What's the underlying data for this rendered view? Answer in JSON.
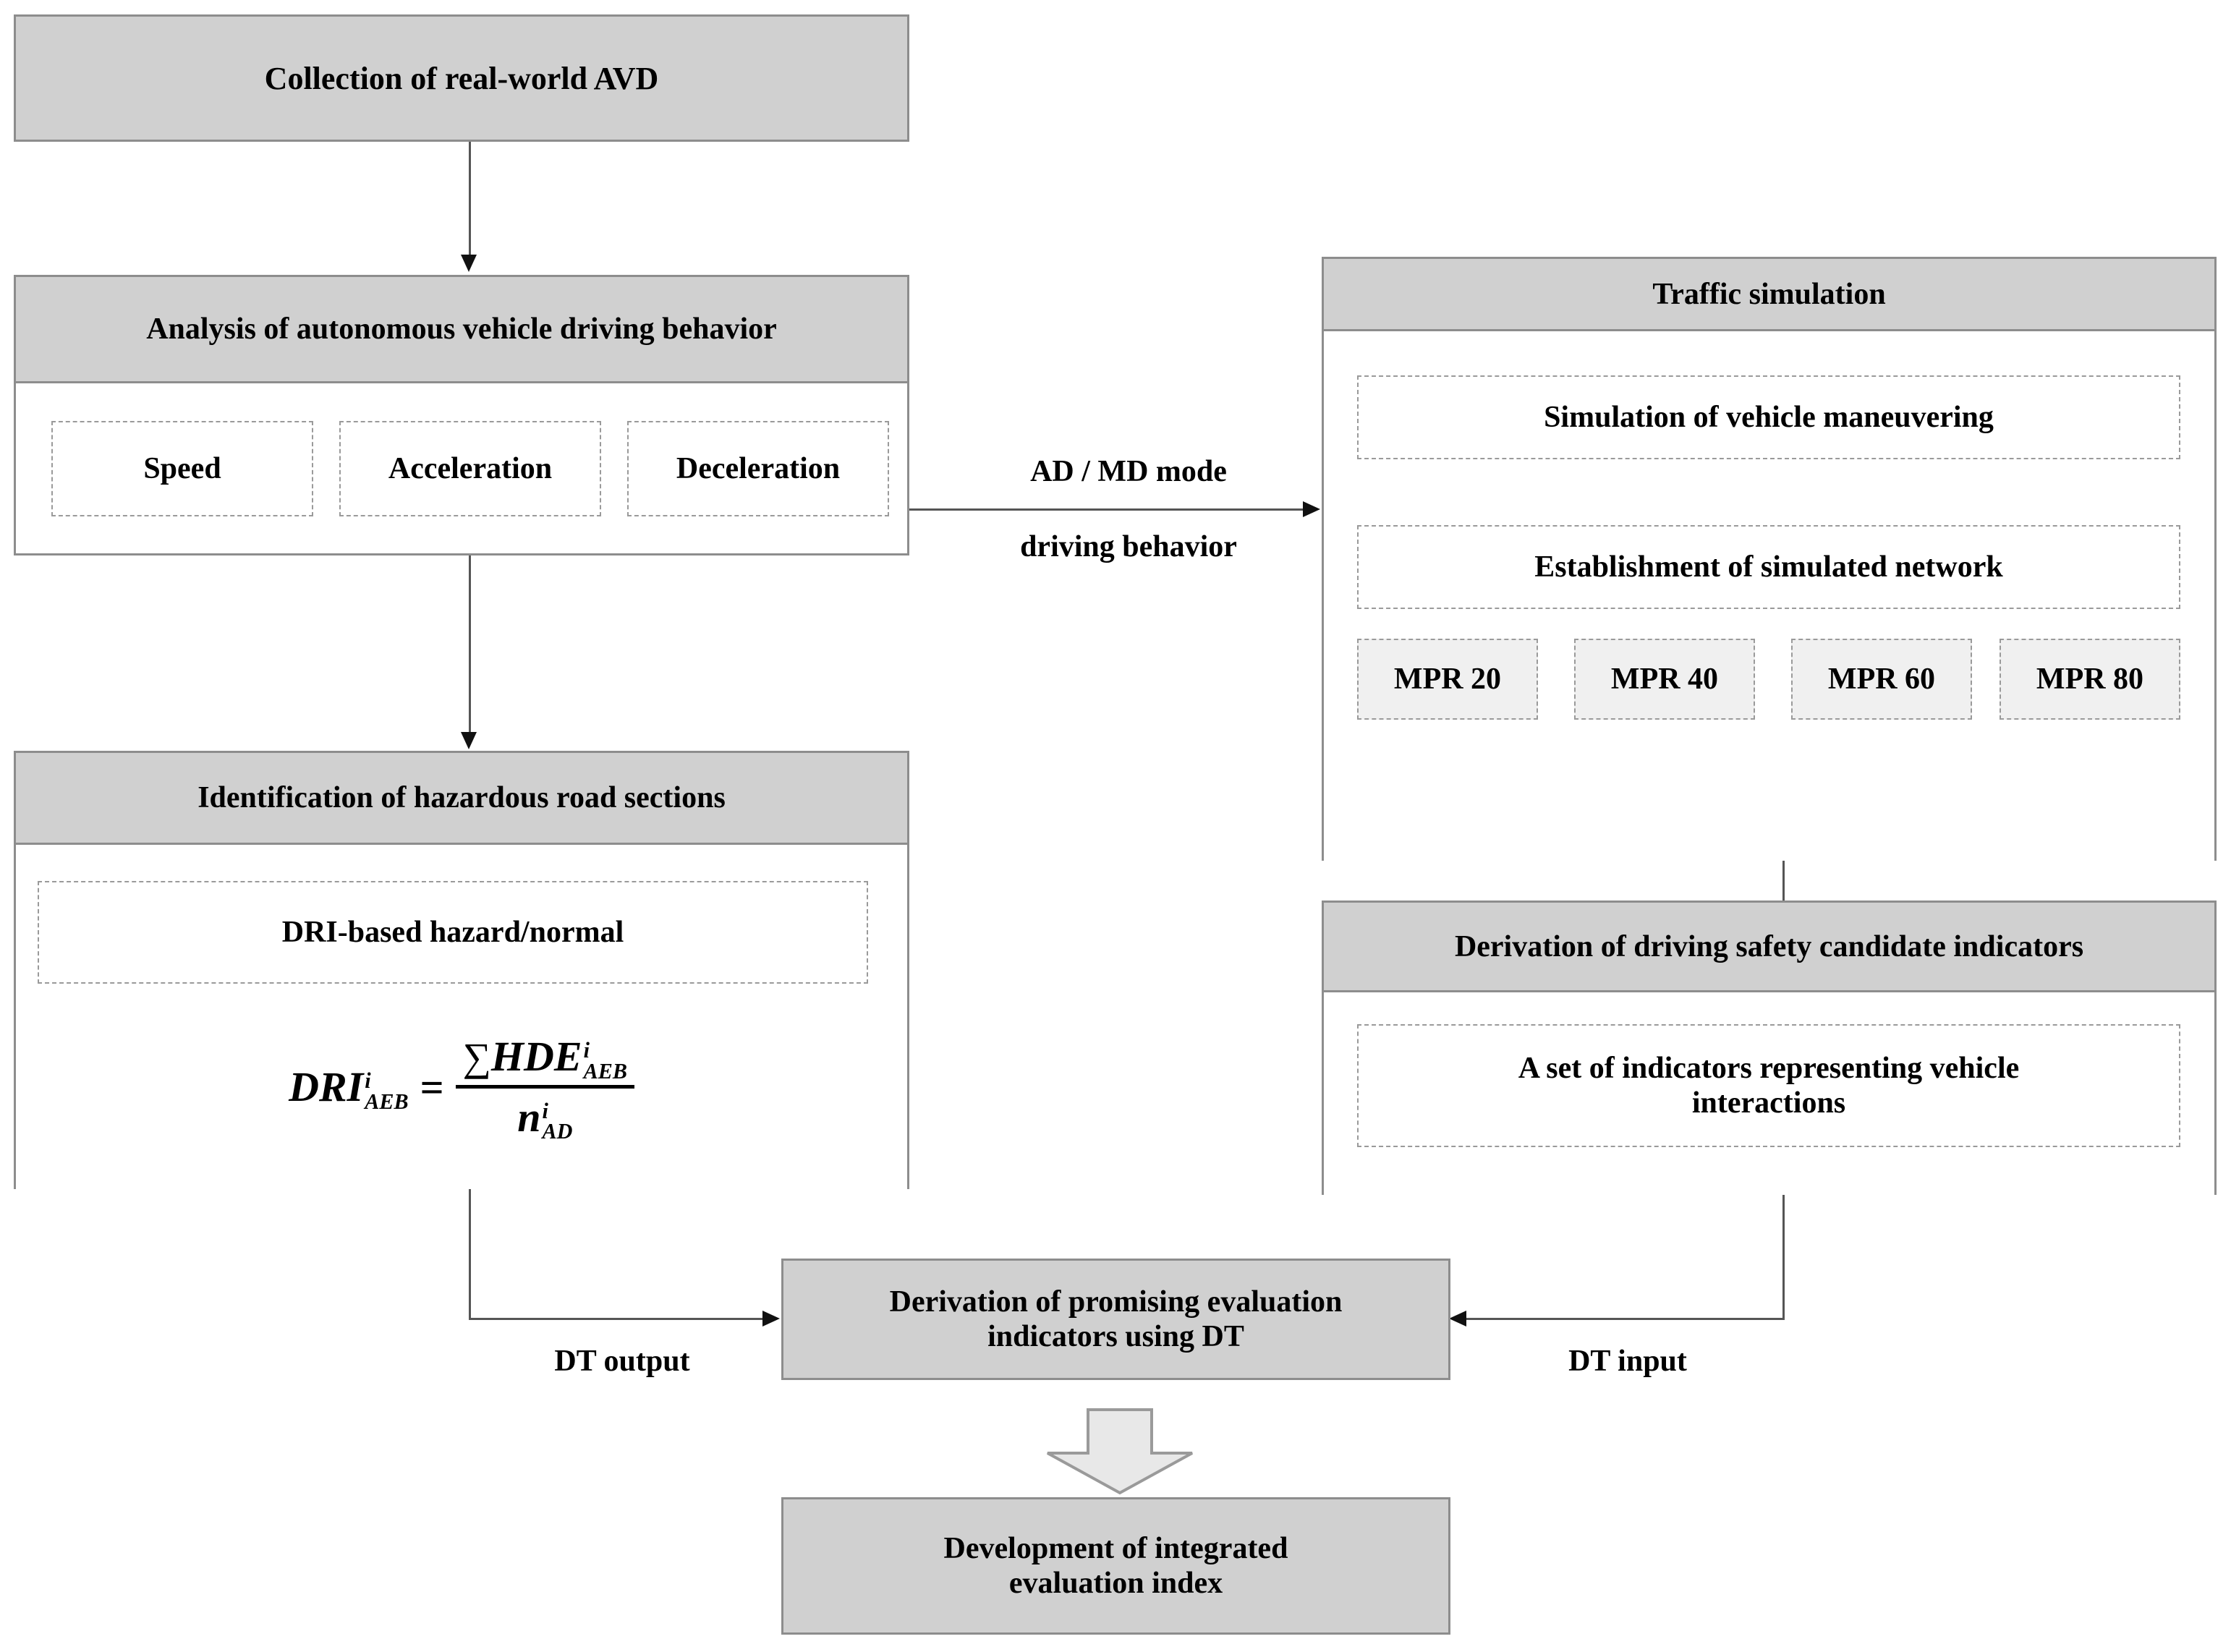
{
  "diagram": {
    "title": "Research framework flowchart",
    "colors": {
      "header_fill": "#d0d0d0",
      "box_border": "#8d8d8d",
      "body_fill": "#ffffff",
      "dashed_border": "#9a9a9a",
      "chip_fill": "#f0f0f0",
      "connector": "#555555",
      "arrowhead": "#111111",
      "block_arrow_fill": "#e8e8e8"
    },
    "nodes": {
      "collection": {
        "label": "Collection of real-world AVD"
      },
      "analysis": {
        "header": "Analysis of autonomous vehicle driving behavior",
        "items": [
          {
            "label": "Speed"
          },
          {
            "label": "Acceleration"
          },
          {
            "label": "Deceleration"
          }
        ]
      },
      "identification": {
        "header": "Identification of hazardous road sections",
        "item": "DRI-based hazard/normal",
        "formula": {
          "lhs_base": "DRI",
          "lhs_sup": "i",
          "lhs_sub": "AEB",
          "equals": "=",
          "numerator_sigma": "∑",
          "numerator_base": "HDE",
          "numerator_sup": "i",
          "numerator_sub": "AEB",
          "denominator_base": "n",
          "denominator_sup": "i",
          "denominator_sub": "AD",
          "plain": "DRI^i_AEB = ∑ HDE^i_AEB / n^i_AD"
        }
      },
      "traffic_simulation": {
        "header": "Traffic simulation",
        "items": [
          {
            "label": "Simulation of vehicle maneuvering"
          },
          {
            "label": "Establishment of simulated network"
          }
        ],
        "chips": [
          {
            "label": "MPR 20"
          },
          {
            "label": "MPR 40"
          },
          {
            "label": "MPR 60"
          },
          {
            "label": "MPR 80"
          }
        ]
      },
      "candidate_indicators": {
        "header": "Derivation of driving safety candidate indicators",
        "item_line1": "A set of indicators representing vehicle",
        "item_line2": "interactions"
      },
      "promising_indicators": {
        "line1": "Derivation of promising evaluation",
        "line2": "indicators using DT"
      },
      "integrated_index": {
        "line1": "Development of integrated",
        "line2": "evaluation index"
      }
    },
    "edge_labels": {
      "ad_md_mode_line1": "AD / MD mode",
      "ad_md_mode_line2": "driving behavior",
      "dt_output": "DT output",
      "dt_input": "DT input"
    }
  }
}
